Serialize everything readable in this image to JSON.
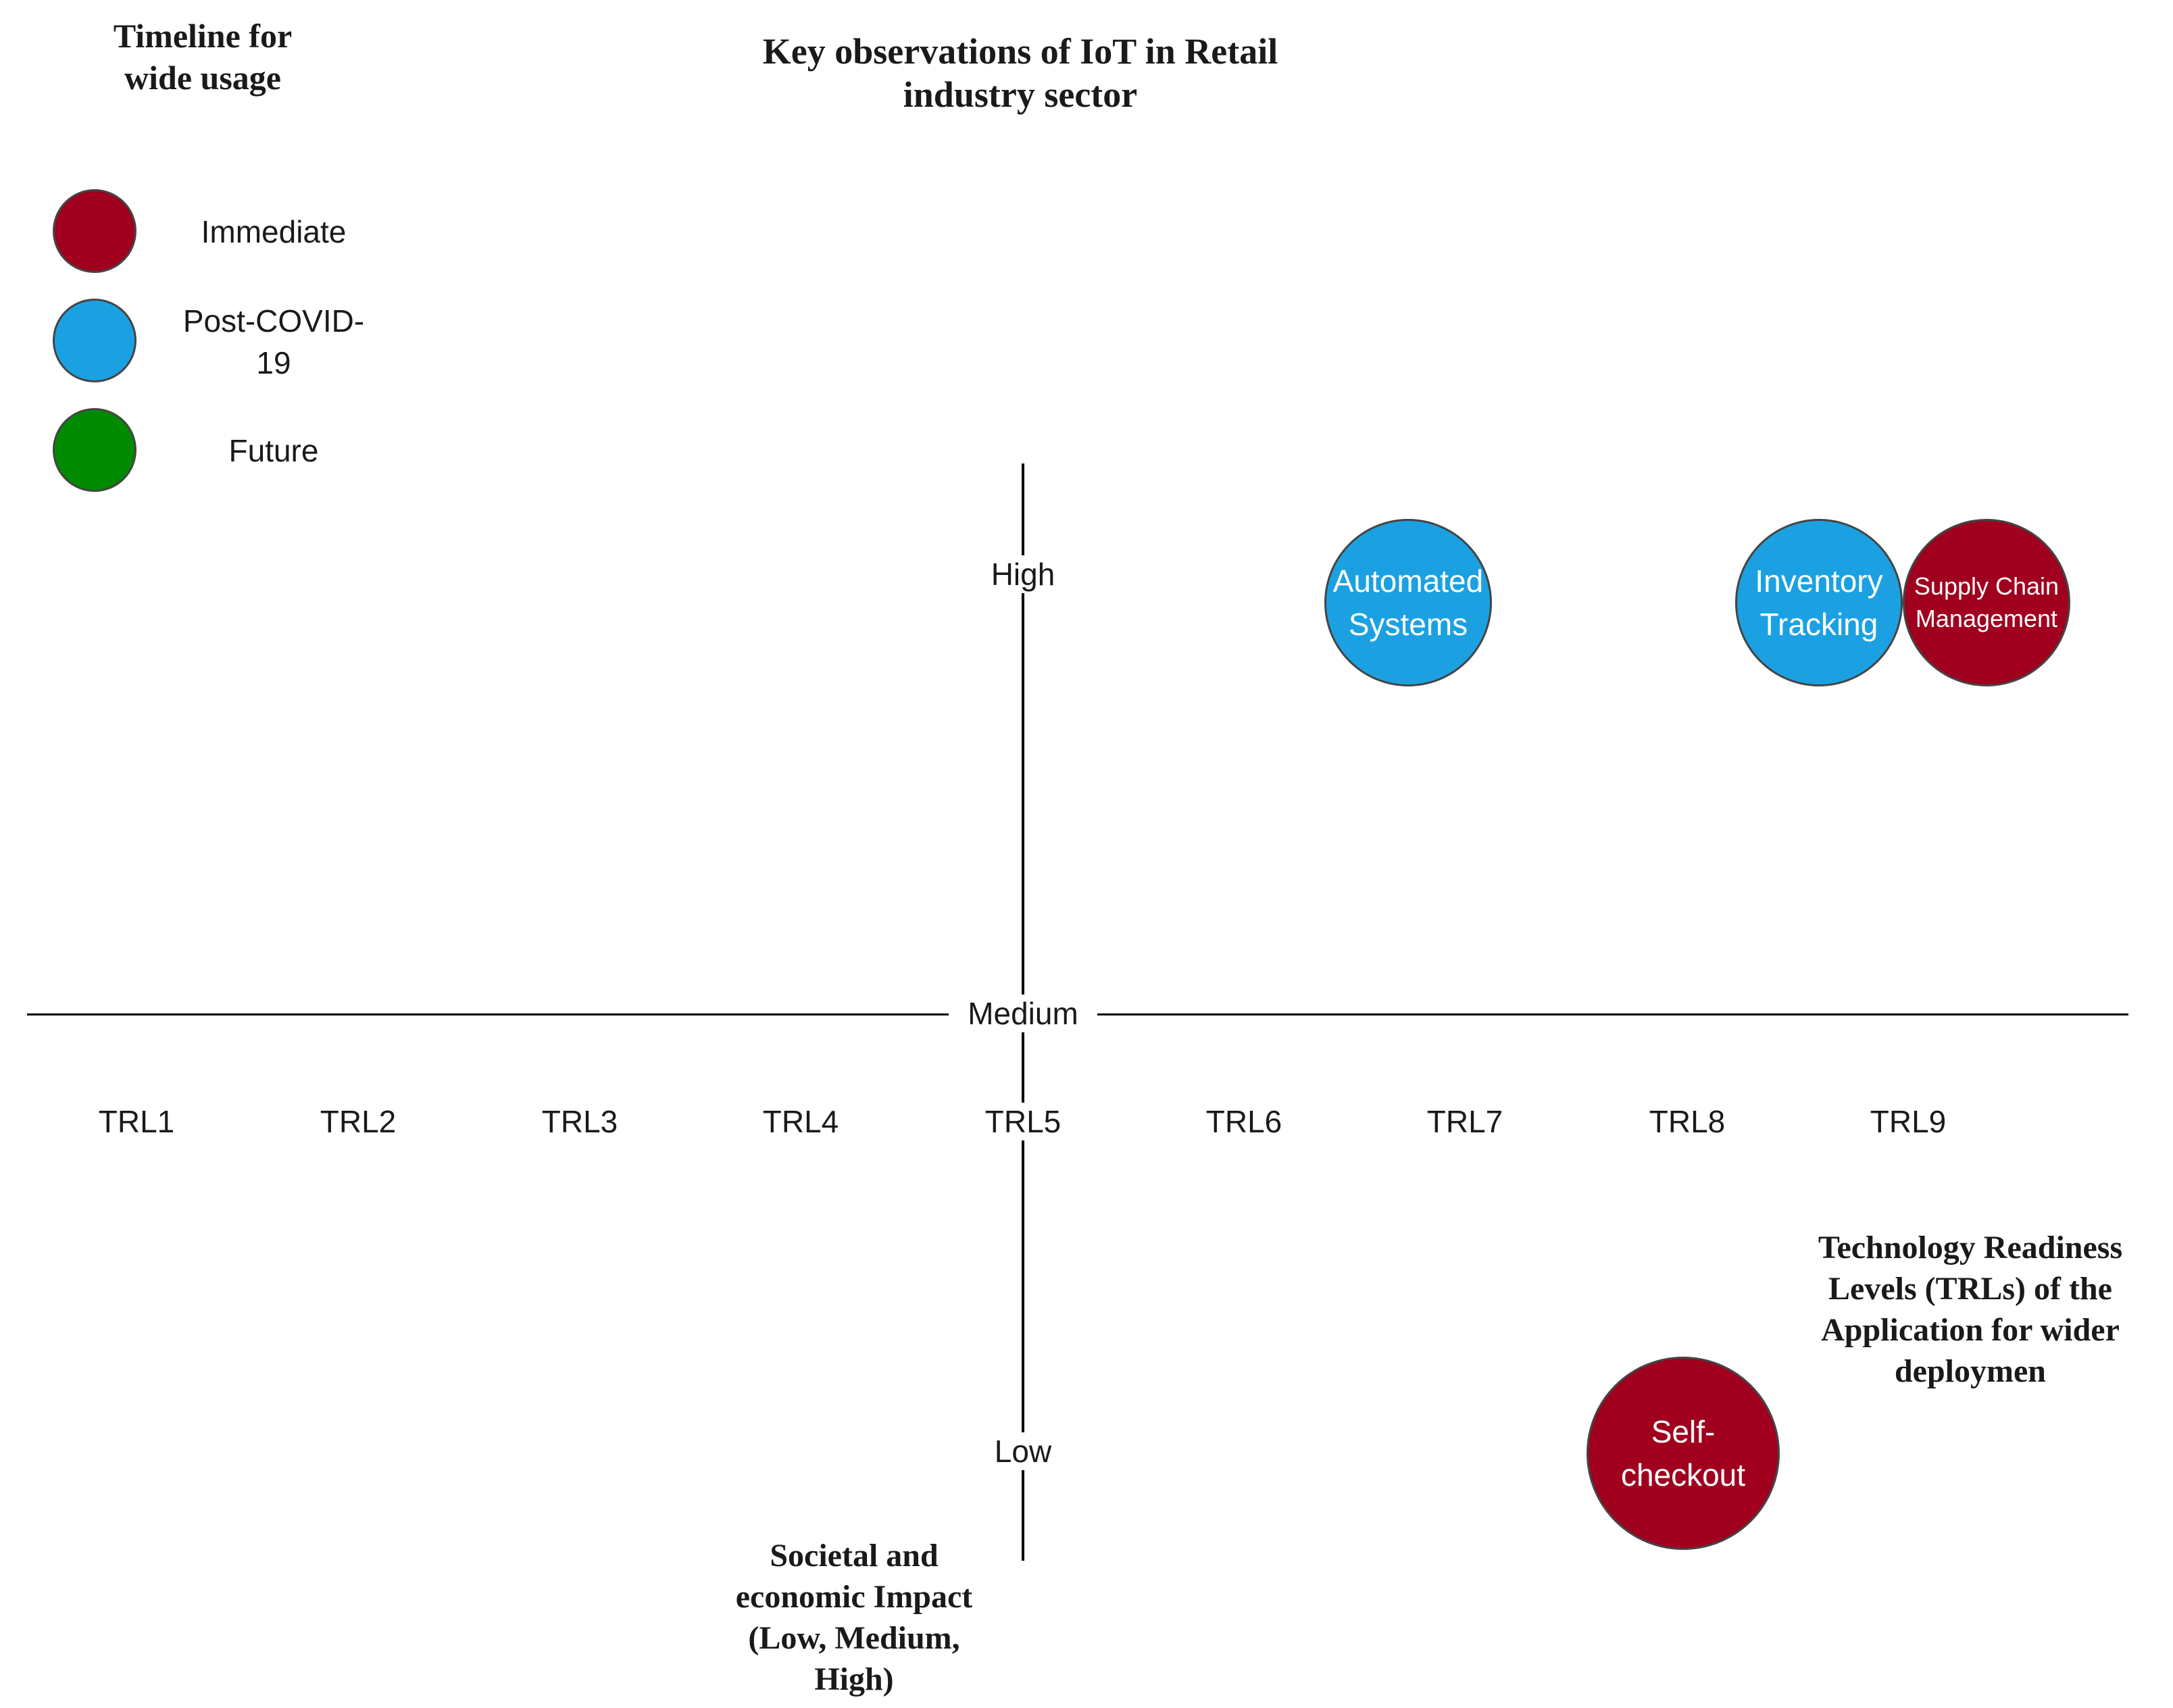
{
  "legend": {
    "title": "Timeline for wide usage",
    "items": [
      {
        "label": "Immediate",
        "color": "#a0001e"
      },
      {
        "label": "Post-COVID-19",
        "color": "#1ba1e2"
      },
      {
        "label": "Future",
        "color": "#008a00"
      }
    ]
  },
  "title": "Key observations of IoT in Retail industry sector",
  "y_axis": {
    "levels": [
      "High",
      "Medium",
      "Low"
    ],
    "caption": "Societal and economic Impact (Low, Medium, High)"
  },
  "x_axis": {
    "levels": [
      "TRL1",
      "TRL2",
      "TRL3",
      "TRL4",
      "TRL5",
      "TRL6",
      "TRL7",
      "TRL8",
      "TRL9"
    ],
    "caption": "Technology Readiness Levels (TRLs) of the Application for wider deploymen"
  },
  "applications": [
    {
      "name": "Automated Systems",
      "timeline": "Post-COVID-19",
      "impact": "High",
      "trl": 6.7
    },
    {
      "name": "Inventory Tracking",
      "timeline": "Post-COVID-19",
      "impact": "High",
      "trl": 8.6
    },
    {
      "name": "Supply Chain Management",
      "timeline": "Immediate",
      "impact": "High",
      "trl": 9.4
    },
    {
      "name": "Self-checkout",
      "timeline": "Immediate",
      "impact": "Low",
      "trl": 8.0
    }
  ]
}
